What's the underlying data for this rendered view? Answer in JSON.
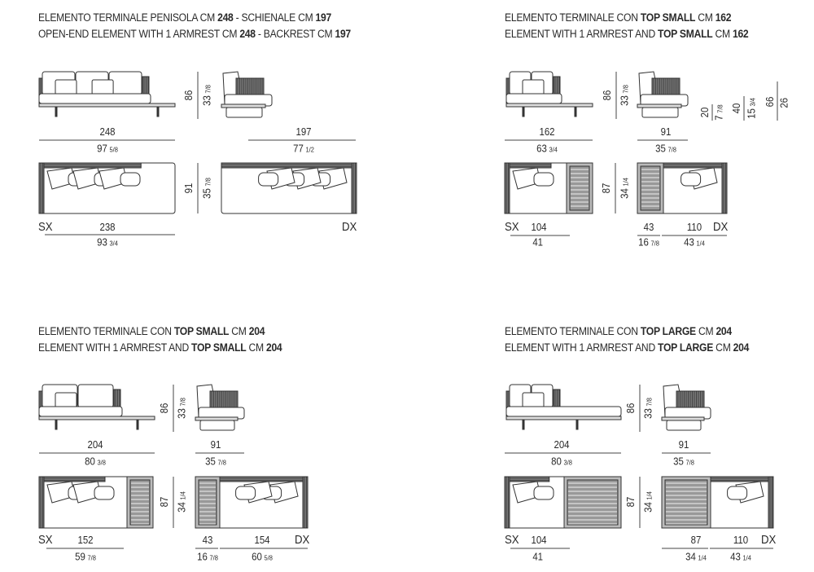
{
  "panels": [
    {
      "title_it": {
        "a": "ELEMENTO TERMINALE PENISOLA CM ",
        "b": "248",
        "c": " - SCHIENALE CM ",
        "d": "197"
      },
      "title_en": {
        "a": "OPEN-END ELEMENT WITH 1 ARMREST CM ",
        "b": "248",
        "c": " - BACKREST CM ",
        "d": "197"
      },
      "dims": {
        "h_cm": "86",
        "h_in": "33",
        "h_fr": "7/8",
        "w1_cm": "248",
        "w1_in": "97",
        "w1_fr": "5/8",
        "w2_cm": "197",
        "w2_in": "77",
        "w2_fr": "1/2",
        "d_cm": "91",
        "d_in": "35",
        "d_fr": "7/8",
        "sx": "SX",
        "dx": "DX",
        "b1_cm": "238",
        "b1_in": "93",
        "b1_fr": "3/4"
      }
    },
    {
      "title_it": {
        "a": "ELEMENTO TERMINALE CON ",
        "b": "TOP SMALL",
        "c": " CM ",
        "d": "162"
      },
      "title_en": {
        "a": "ELEMENT WITH 1 ARMREST AND ",
        "b": "TOP SMALL",
        "c": " CM ",
        "d": "162"
      },
      "dims": {
        "h_cm": "86",
        "h_in": "33",
        "h_fr": "7/8",
        "e1_cm": "20",
        "e1_in": "7",
        "e1_fr": "7/8",
        "e2_cm": "40",
        "e2_in": "15",
        "e2_fr": "3/4",
        "e3_cm": "66",
        "e3_in": "26",
        "w1_cm": "162",
        "w1_in": "63",
        "w1_fr": "3/4",
        "w2_cm": "91",
        "w2_in": "35",
        "w2_fr": "7/8",
        "d_cm": "87",
        "d_in": "34",
        "d_fr": "1/4",
        "sx": "SX",
        "dx": "DX",
        "b1_cm": "104",
        "b1_in": "41",
        "b2_cm": "43",
        "b2_in": "16",
        "b2_fr": "7/8",
        "b3_cm": "110",
        "b3_in": "43",
        "b3_fr": "1/4"
      }
    },
    {
      "title_it": {
        "a": "ELEMENTO TERMINALE CON ",
        "b": "TOP SMALL",
        "c": " CM ",
        "d": "204"
      },
      "title_en": {
        "a": "ELEMENT WITH 1 ARMREST AND ",
        "b": "TOP SMALL",
        "c": " CM ",
        "d": "204"
      },
      "dims": {
        "h_cm": "86",
        "h_in": "33",
        "h_fr": "7/8",
        "w1_cm": "204",
        "w1_in": "80",
        "w1_fr": "3/8",
        "w2_cm": "91",
        "w2_in": "35",
        "w2_fr": "7/8",
        "d_cm": "87",
        "d_in": "34",
        "d_fr": "1/4",
        "sx": "SX",
        "dx": "DX",
        "b1_cm": "152",
        "b1_in": "59",
        "b1_fr": "7/8",
        "b2_cm": "43",
        "b2_in": "16",
        "b2_fr": "7/8",
        "b3_cm": "154",
        "b3_in": "60",
        "b3_fr": "5/8"
      }
    },
    {
      "title_it": {
        "a": "ELEMENTO TERMINALE CON ",
        "b": "TOP LARGE",
        "c": " CM ",
        "d": "204"
      },
      "title_en": {
        "a": "ELEMENT WITH 1 ARMREST AND ",
        "b": "TOP LARGE",
        "c": " CM ",
        "d": "204"
      },
      "dims": {
        "h_cm": "86",
        "h_in": "33",
        "h_fr": "7/8",
        "w1_cm": "204",
        "w1_in": "80",
        "w1_fr": "3/8",
        "w2_cm": "91",
        "w2_in": "35",
        "w2_fr": "7/8",
        "d_cm": "87",
        "d_in": "34",
        "d_fr": "1/4",
        "sx": "SX",
        "dx": "DX",
        "b1_cm": "104",
        "b1_in": "41",
        "b2_cm": "87",
        "b2_in": "34",
        "b2_fr": "1/4",
        "b3_cm": "110",
        "b3_in": "43",
        "b3_fr": "1/4"
      }
    }
  ]
}
